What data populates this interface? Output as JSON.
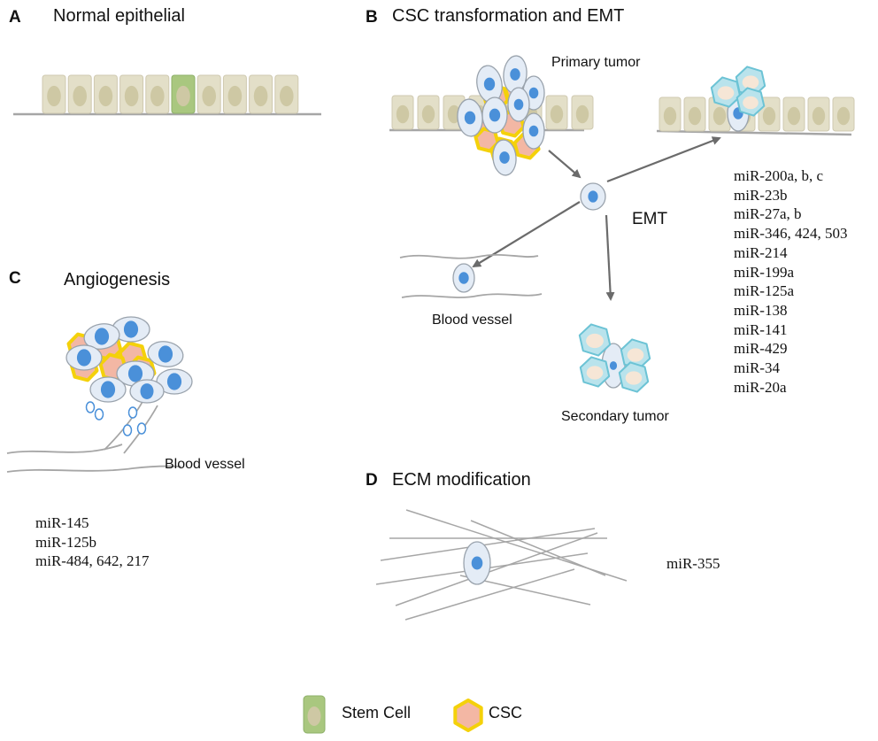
{
  "panels": {
    "a": {
      "letter": "A",
      "title": "Normal epithelial"
    },
    "b": {
      "letter": "B",
      "title": "CSC transformation and EMT",
      "primary_tumor_label": "Primary tumor",
      "emt_label": "EMT",
      "blood_vessel_label": "Blood vessel",
      "secondary_tumor_label": "Secondary tumor",
      "mirnas": [
        "miR-200a, b, c",
        "miR-23b",
        "miR-27a, b",
        "miR-346, 424, 503",
        "miR-214",
        "miR-199a",
        "miR-125a",
        "miR-138",
        "miR-141",
        "miR-429",
        "miR-34",
        "miR-20a"
      ]
    },
    "c": {
      "letter": "C",
      "title": "Angiogenesis",
      "blood_vessel_label": "Blood vessel",
      "mirnas": [
        "miR-145",
        "miR-125b",
        "miR-484, 642, 217"
      ]
    },
    "d": {
      "letter": "D",
      "title": "ECM modification",
      "mirnas": [
        "miR-355"
      ]
    }
  },
  "legend": {
    "stem_cell_label": "Stem Cell",
    "csc_label": "CSC"
  },
  "colors": {
    "epithelial_cell_fill": "#e3dfc8",
    "epithelial_nucleus": "#cec8a4",
    "stem_cell_fill": "#a9c77f",
    "csc_border": "#f4d10a",
    "csc_fill": "#f3b7a4",
    "tumor_cell_fill": "#e4ecf6",
    "tumor_nucleus": "#4a90d9",
    "secondary_cell_border": "#6cc3d5",
    "secondary_cell_fill": "#b9e3ec",
    "secondary_nucleus": "#f6e6d6"
  }
}
